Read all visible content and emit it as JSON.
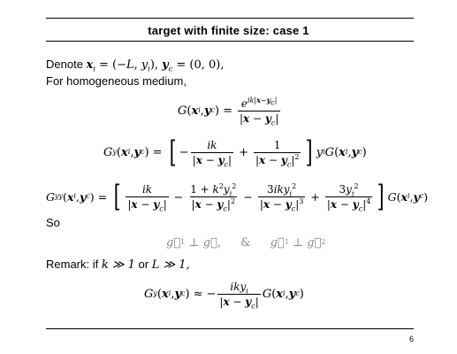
{
  "slide": {
    "title": "target with finite size: case 1",
    "line1_prefix": "Denote",
    "line1_math": "xi = (−L, yi), yc = (0, 0),",
    "line2": "For homogeneous medium,",
    "eq1": "G(xi, yc) = e^{ik|x−yc|} / |x − yc|",
    "eq2": "Gy(xi, yc) = [ −ik/|x − yc| + 1/|x − yc|² ] yi G(xi, yc)",
    "eq3": "Gyy(xi, yc) = [ ik/|x − yc| − (1 + k²yi²)/|x − yc|² − 3ikyi²/|x − yc|³ + 3yi²/|x − yc|⁴ ] G(xi, yc)",
    "so": "So",
    "perp_line": "g⃗1 ⊥ g⃗,   &   g⃗1 ⊥ g⃗2",
    "remark_prefix": "Remark: if",
    "remark_cond1": "k ≫ 1",
    "remark_or": "or",
    "remark_cond2": "L ≫ 1,",
    "eq4": "Gy(xi, yc) ≈ −ikyi/|x − yc| G(xi, yc)",
    "page_number": "6"
  }
}
